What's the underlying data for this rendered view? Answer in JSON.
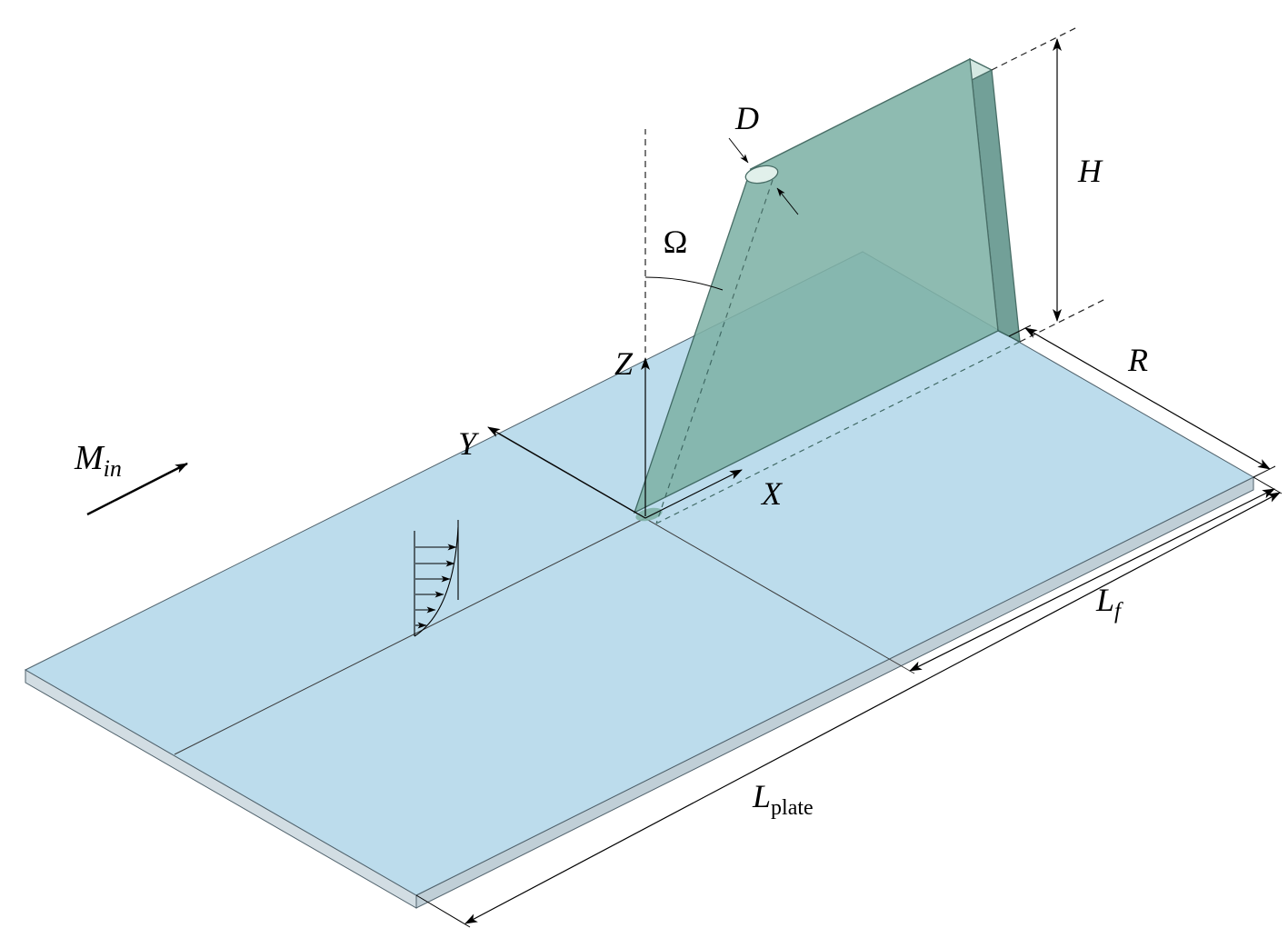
{
  "figure": {
    "labels": {
      "inflow_main": "M",
      "inflow_sub": "in",
      "axis_x": "X",
      "axis_y": "Y",
      "axis_z": "Z",
      "sweep_angle": "Ω",
      "fin_diameter": "D",
      "fin_height": "H",
      "span_distance": "R",
      "fin_length_main": "L",
      "fin_length_sub": "f",
      "plate_length_main": "L",
      "plate_length_sub": "plate"
    },
    "colors": {
      "plate_top": "#bcdcec",
      "plate_side_left": "#d2dde3",
      "plate_side_right": "#c0cfd7",
      "fin_left_face": "#7fb2a7",
      "fin_top_face": "#cfe5df",
      "fin_back_face": "#5f948a",
      "fin_nose": "#ddeee9",
      "line": "#000000"
    }
  }
}
